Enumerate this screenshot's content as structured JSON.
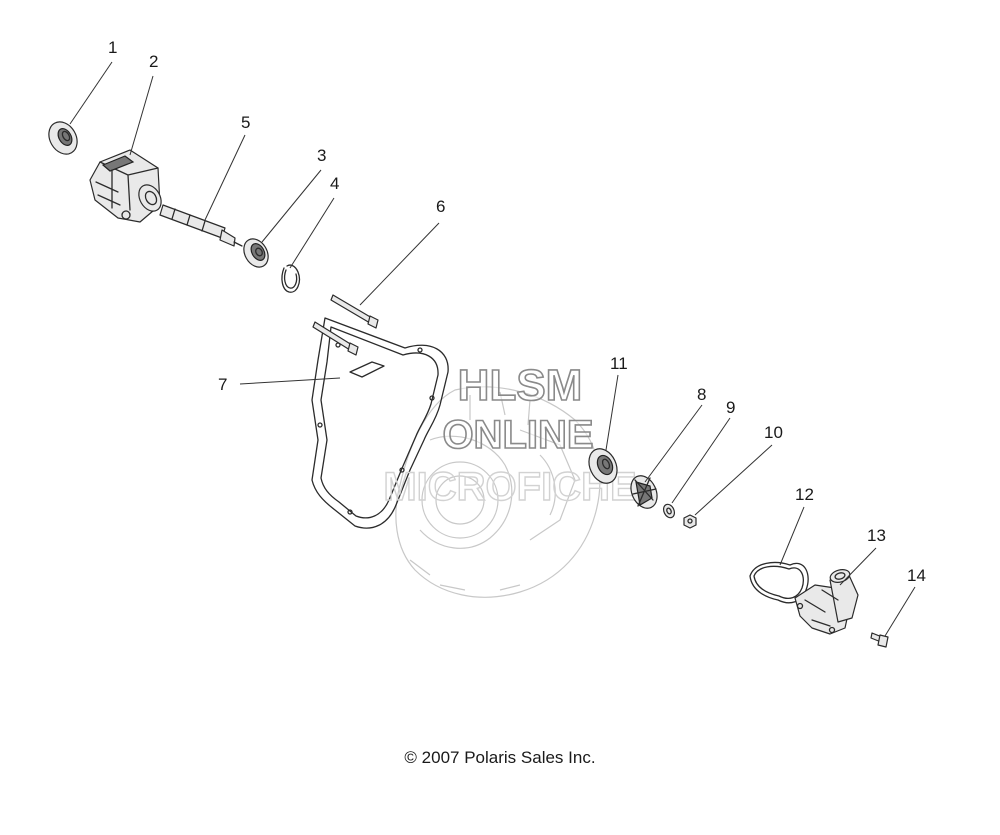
{
  "labels": [
    {
      "id": "1",
      "text": "1"
    },
    {
      "id": "2",
      "text": "2"
    },
    {
      "id": "3",
      "text": "3"
    },
    {
      "id": "4",
      "text": "4"
    },
    {
      "id": "5",
      "text": "5"
    },
    {
      "id": "6",
      "text": "6"
    },
    {
      "id": "7",
      "text": "7"
    },
    {
      "id": "8",
      "text": "8"
    },
    {
      "id": "9",
      "text": "9"
    },
    {
      "id": "10",
      "text": "10"
    },
    {
      "id": "11",
      "text": "11"
    },
    {
      "id": "12",
      "text": "12"
    },
    {
      "id": "13",
      "text": "13"
    },
    {
      "id": "14",
      "text": "14"
    }
  ],
  "watermark": {
    "line1": "HLSM",
    "line2": "ONLINE",
    "line3": "MICROFICHE"
  },
  "copyright": "© 2007 Polaris Sales Inc."
}
